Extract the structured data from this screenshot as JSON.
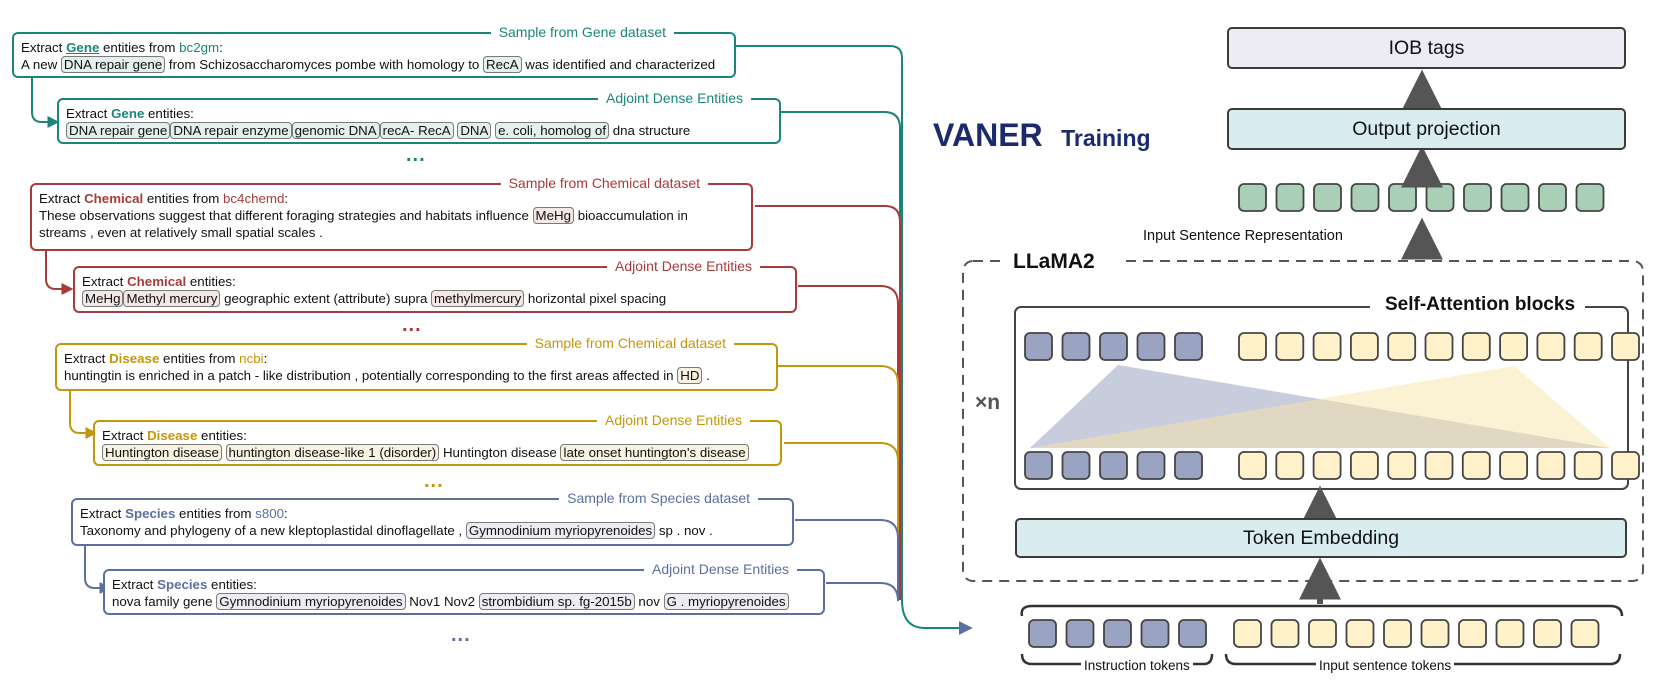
{
  "colors": {
    "gene": "#1b8579",
    "chemical": "#a93a3a",
    "disease": "#c4960c",
    "species": "#5b6fa0",
    "navy": "#1a2a6c",
    "instr_token": "#9aa4c2",
    "sent_token": "#fff1c9",
    "rep_token": "#a9d0b6",
    "light_box": "#d9edf1",
    "tag_box": "#edebf3"
  },
  "panels": [
    {
      "id": "gene-sample",
      "title": "Sample from Gene dataset",
      "color": "gene",
      "head": {
        "a": "Extract ",
        "kw": "Gene",
        "b": " entities from ",
        "src": "bc2gm",
        "c": ":"
      },
      "lines": [
        [
          {
            "t": "A new "
          },
          {
            "t": "DNA repair gene",
            "chip": true
          },
          {
            "t": " from Schizosaccharomyces pombe with homology to "
          },
          {
            "t": "RecA",
            "chip": true
          },
          {
            "t": " was identified and characterized"
          }
        ]
      ]
    },
    {
      "id": "gene-dense",
      "title": "Adjoint Dense Entities",
      "color": "gene",
      "head": {
        "a": "Extract ",
        "kw": "Gene",
        "b": " entities:"
      },
      "lines": [
        [
          {
            "t": "DNA repair gene",
            "chip": true
          },
          {
            "t": "DNA repair enzyme",
            "chip": true
          },
          {
            "t": "genomic DNA",
            "chip": true
          },
          {
            "t": "recA- RecA",
            "chip": true
          },
          {
            "t": " "
          },
          {
            "t": "DNA",
            "chip": true
          },
          {
            "t": " "
          },
          {
            "t": "e. coli, homolog of",
            "chip": true
          },
          {
            "t": " dna structure"
          }
        ]
      ]
    },
    {
      "id": "chem-sample",
      "title": "Sample from Chemical dataset",
      "color": "chemical",
      "head": {
        "a": "Extract ",
        "kw": "Chemical",
        "b": " entities from ",
        "src": "bc4chemd",
        "c": ":"
      },
      "lines": [
        [
          {
            "t": "These observations suggest that different foraging strategies and habitats influence "
          },
          {
            "t": "MeHg",
            "chip": true
          },
          {
            "t": " bioaccumulation in"
          }
        ],
        [
          {
            "t": "streams , even at relatively small spatial scales ."
          }
        ]
      ]
    },
    {
      "id": "chem-dense",
      "title": "Adjoint Dense Entities",
      "color": "chemical",
      "head": {
        "a": "Extract ",
        "kw": "Chemical",
        "b": " entities:"
      },
      "lines": [
        [
          {
            "t": "MeHg",
            "chip": true
          },
          {
            "t": "Methyl mercury",
            "chip": true
          },
          {
            "t": " geographic extent (attribute) supra "
          },
          {
            "t": "methylmercury",
            "chip": true
          },
          {
            "t": " horizontal pixel spacing"
          }
        ]
      ]
    },
    {
      "id": "dis-sample",
      "title": "Sample from Chemical dataset",
      "color": "disease",
      "head": {
        "a": "Extract ",
        "kw": "Disease",
        "b": " entities from ",
        "src": "ncbi",
        "c": ":"
      },
      "lines": [
        [
          {
            "t": "huntingtin is enriched in a patch - like distribution , potentially corresponding to the first areas affected in "
          },
          {
            "t": "HD",
            "chip": true
          },
          {
            "t": " ."
          }
        ]
      ]
    },
    {
      "id": "dis-dense",
      "title": "Adjoint Dense Entities",
      "color": "disease",
      "head": {
        "a": "Extract ",
        "kw": "Disease",
        "b": " entities:"
      },
      "lines": [
        [
          {
            "t": "Huntington disease",
            "chip": true
          },
          {
            "t": " "
          },
          {
            "t": "huntington disease-like 1 (disorder)",
            "chip": true
          },
          {
            "t": " Huntington disease "
          },
          {
            "t": "late onset huntington's disease",
            "chip": true
          }
        ]
      ]
    },
    {
      "id": "sp-sample",
      "title": "Sample from Species dataset",
      "color": "species",
      "head": {
        "a": "Extract ",
        "kw": "Species",
        "b": " entities from ",
        "src": "s800",
        "c": ":"
      },
      "lines": [
        [
          {
            "t": "Taxonomy and phylogeny of a new kleptoplastidal dinoflagellate , "
          },
          {
            "t": "Gymnodinium myriopyrenoides",
            "chip": true
          },
          {
            "t": " sp . nov ."
          }
        ]
      ]
    },
    {
      "id": "sp-dense",
      "title": "Adjoint Dense Entities",
      "color": "species",
      "head": {
        "a": "Extract ",
        "kw": "Species",
        "b": " entities:"
      },
      "lines": [
        [
          {
            "t": "nova family gene "
          },
          {
            "t": "Gymnodinium myriopyrenoides",
            "chip": true
          },
          {
            "t": " Nov1 Nov2 "
          },
          {
            "t": "strombidium sp. fg-2015b",
            "chip": true
          },
          {
            "t": " nov "
          },
          {
            "t": "G . myriopyrenoides",
            "chip": true
          }
        ]
      ]
    }
  ],
  "ellipsis": "...",
  "brand": {
    "name": "VANER",
    "mode": "Training"
  },
  "arch": {
    "iob": "IOB tags",
    "output": "Output projection",
    "rep_label": "Input Sentence Representation",
    "llama": "LLaMA2",
    "attn": "Self-Attention blocks",
    "times": "×n",
    "embed": "Token Embedding",
    "instr_label": "Instruction tokens",
    "sent_label": "Input sentence tokens"
  }
}
